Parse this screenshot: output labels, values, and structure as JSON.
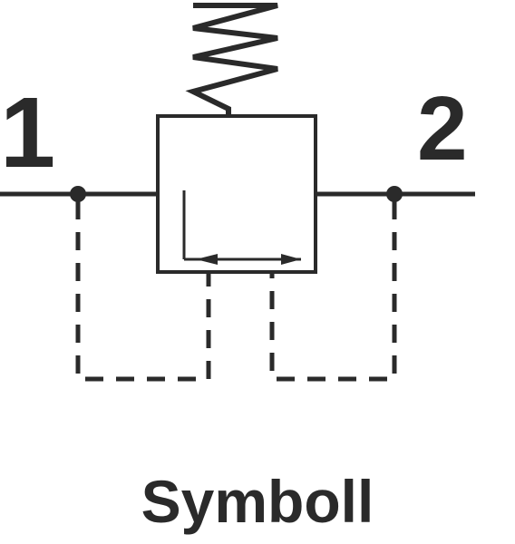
{
  "diagram": {
    "port_left_label": "1",
    "port_right_label": "2",
    "caption": "Symboll"
  }
}
